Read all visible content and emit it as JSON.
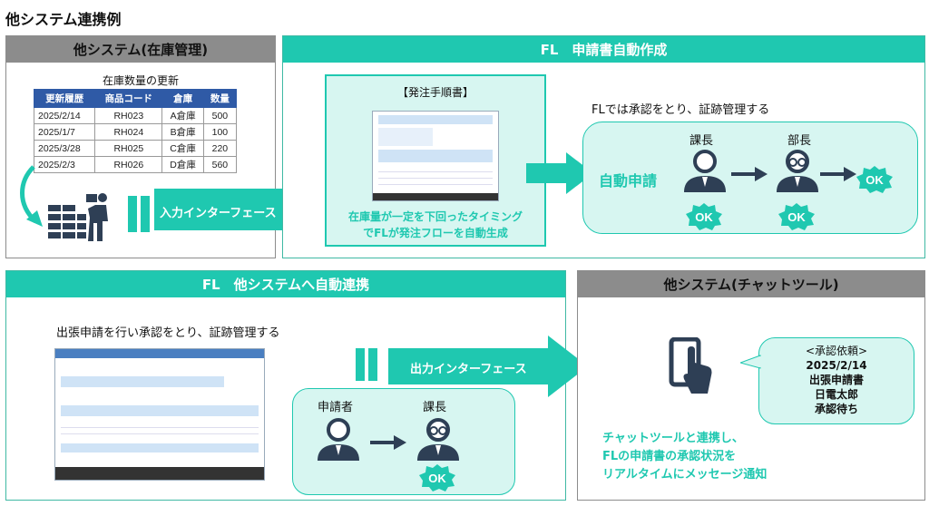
{
  "page_title": "他システム連携例",
  "panel_inventory": {
    "header": "他システム(在庫管理)",
    "table_title": "在庫数量の更新",
    "columns": [
      "更新履歴",
      "商品コード",
      "倉庫",
      "数量"
    ],
    "rows": [
      [
        "2025/2/14",
        "RH023",
        "A倉庫",
        "500"
      ],
      [
        "2025/1/7",
        "RH024",
        "B倉庫",
        "100"
      ],
      [
        "2025/3/28",
        "RH025",
        "C倉庫",
        "220"
      ],
      [
        "2025/2/3",
        "RH026",
        "D倉庫",
        "560"
      ]
    ],
    "input_interface": "入力インターフェース"
  },
  "panel_auto_create": {
    "header": "FL　申請書自動作成",
    "doc_title": "【発注手順書】",
    "doc_caption_line1": "在庫量が一定を下回ったタイミング",
    "doc_caption_line2": "でFLが発注フローを自動生成",
    "approval_text": "FLでは承認をとり、証跡管理する",
    "auto_apply": "自動申請",
    "role1": "課長",
    "role2": "部長",
    "ok": "OK"
  },
  "panel_fl_link": {
    "header": "FL　他システムへ自動連携",
    "description": "出張申請を行い承認をとり、証跡管理する",
    "output_interface": "出力インターフェース",
    "applicant": "申請者",
    "role": "課長",
    "ok": "OK"
  },
  "panel_chat": {
    "header": "他システム(チャットツール)",
    "bubble_line1": "<承認依頼>",
    "bubble_line2": "2025/2/14",
    "bubble_line3": "出張申請書",
    "bubble_line4": "日電太郎",
    "bubble_line5": "承認待ち",
    "caption_line1": "チャットツールと連携し、",
    "caption_line2": "FLの申請書の承認状況を",
    "caption_line3": "リアルタイムにメッセージ通知"
  },
  "colors": {
    "teal": "#1fc8b0",
    "mint": "#d7f6f1",
    "gray_header": "#8c8c8c",
    "table_header": "#2f5aa6",
    "icon_navy": "#2e3f55"
  },
  "icons": [
    "warehouse-worker-icon",
    "person-icon",
    "person-glasses-icon",
    "smartphone-touch-icon",
    "arrow-right-icon",
    "ok-badge-icon"
  ]
}
